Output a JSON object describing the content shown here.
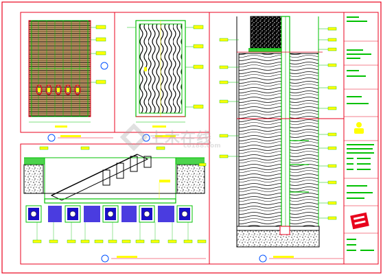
{
  "drawing": {
    "type": "architectural elevation/detail CAD sheet",
    "border_color": "#e8001c",
    "line_color": "#00c000",
    "tag_color": "#ffff00",
    "hatch_color": "#000000",
    "panels": [
      "panel-top-left-elevation",
      "panel-top-middle-door-elevation",
      "panel-bottom-section-detail",
      "panel-right-tall-elevation"
    ]
  },
  "watermark": {
    "text": "土木在线",
    "sub": "co188.com",
    "color": "#a9a9a9"
  },
  "title_block": {
    "stamp_color": "#e8001c",
    "icon": "person-icon"
  }
}
